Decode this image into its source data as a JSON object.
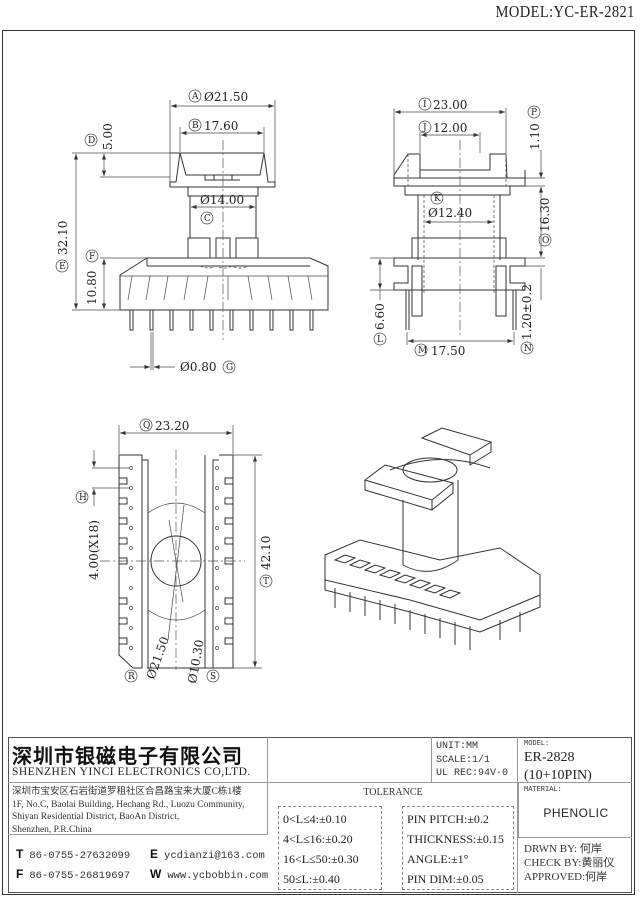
{
  "header": {
    "model_title": "MODEL:YC-ER-2821"
  },
  "dimensions": {
    "A": {
      "tag": "A",
      "value": "Ø21.50"
    },
    "B": {
      "tag": "B",
      "value": "17.60"
    },
    "C": {
      "tag": "C",
      "value": "Ø14.00"
    },
    "D": {
      "tag": "D",
      "value": "5.00"
    },
    "E": {
      "tag": "E",
      "value": "32.10"
    },
    "F": {
      "tag": "F",
      "value": "10.80"
    },
    "G": {
      "tag": "G",
      "value": "Ø0.80"
    },
    "H": {
      "tag": "H",
      "value": "4.00(X18)"
    },
    "I": {
      "tag": "I",
      "value": "23.00"
    },
    "J": {
      "tag": "J",
      "value": "12.00"
    },
    "K": {
      "tag": "K",
      "value": "Ø12.40"
    },
    "L": {
      "tag": "L",
      "value": "6.60"
    },
    "M": {
      "tag": "M",
      "value": "17.50"
    },
    "N": {
      "tag": "N",
      "value": "1.20±0.2"
    },
    "O": {
      "tag": "O",
      "value": "16.30"
    },
    "P": {
      "tag": "P",
      "value": "1.10"
    },
    "Q": {
      "tag": "Q",
      "value": "23.20"
    },
    "R": {
      "tag": "R",
      "value": "Ø21.50"
    },
    "S": {
      "tag": "S",
      "value": "Ø10.30"
    },
    "T": {
      "tag": "T",
      "value": "42.10"
    }
  },
  "title_block": {
    "company_cn": "深圳市银磁电子有限公司",
    "company_en": "SHENZHEN YINCI ELECTRONICS CO,LTD.",
    "address_lines": [
      "深圳市宝安区石岩街道罗租社区合昌路宝来大厦C栋1楼",
      "1F, No.C, Baolai Building, Hechang Rd., Luozu Community,",
      "Shiyan Residential District, BaoAn District,",
      "Shenzhen, P.R.China"
    ],
    "contacts": {
      "tel_label": "T",
      "tel": "86-0755-27632099",
      "fax_label": "F",
      "fax": "86-0755-26819697",
      "email_label": "E",
      "email": "ycdianzi@163.com",
      "web_label": "W",
      "web": "www.ycbobbin.com"
    },
    "projection_symbol": "third-angle-projection-icon",
    "unit": "UNIT:MM",
    "scale": "SCALE:1/1",
    "ul_rec": "UL REC:94V-0",
    "tolerance_title": "TOLERANCE",
    "tolerance_length": [
      "0<L≤4:±0.10",
      "4<L≤16:±0.20",
      "16<L≤50:±0.30",
      "50≤L:±0.40"
    ],
    "tolerance_other": [
      "PIN PITCH:±0.2",
      "THICKNESS:±0.15",
      "ANGLE:±1°",
      "PIN DIM:±0.05"
    ],
    "model_label": "MODEL:",
    "model_value": "ER-2828",
    "model_pins": "(10+10PIN)",
    "material_label": "MATERIAL:",
    "material_value": "PHENOLIC",
    "drawn_by": "DRWN BY: 何岸",
    "checked_by": "CHECK BY:黄丽仪",
    "approved_by": "APPROVED:何岸"
  }
}
